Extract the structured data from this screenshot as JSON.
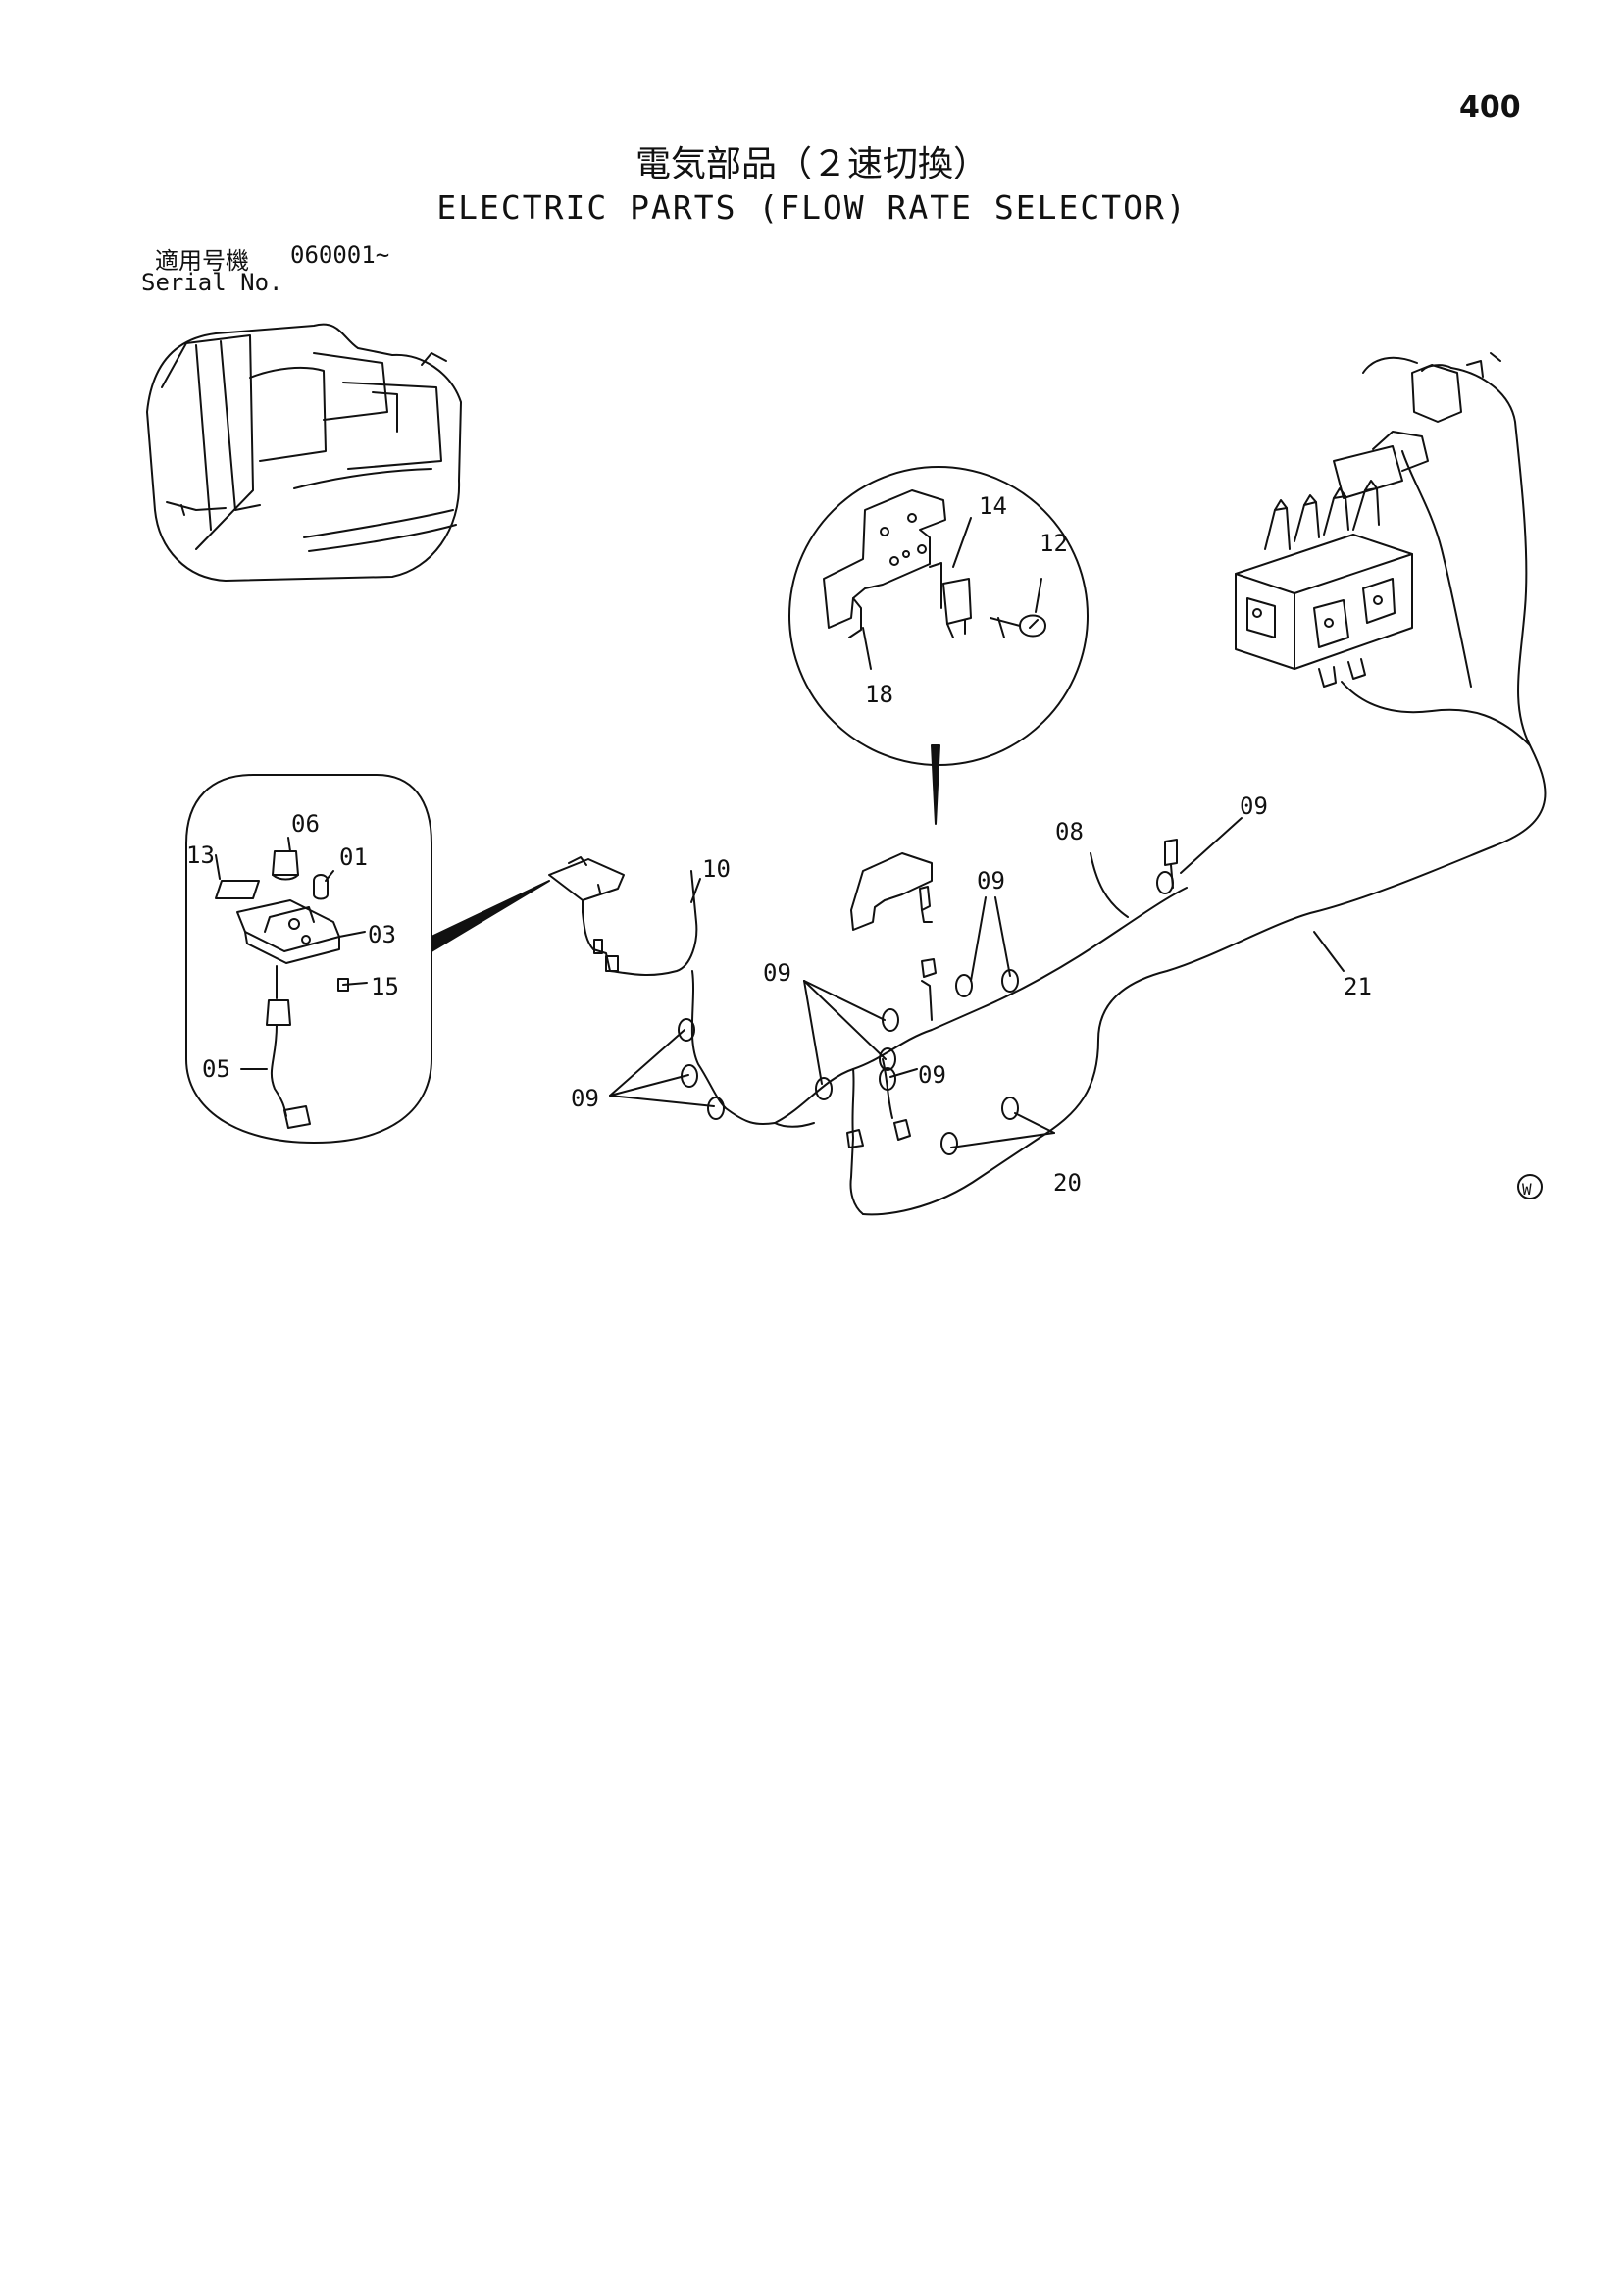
{
  "page_number": "400",
  "title_jp": "電気部品（２速切換）",
  "title_en": "ELECTRIC PARTS (FLOW RATE SELECTOR)",
  "serial": {
    "label_jp": "適用号機",
    "label_en": "Serial No.",
    "range": "060001~"
  },
  "callouts": {
    "p01": "01",
    "p03": "03",
    "p05": "05",
    "p06": "06",
    "p08": "08",
    "p09a": "09",
    "p09b": "09",
    "p09c": "09",
    "p09d": "09",
    "p09e": "09",
    "p10": "10",
    "p12": "12",
    "p13": "13",
    "p14": "14",
    "p15": "15",
    "p18": "18",
    "p20": "20",
    "p21": "21"
  },
  "mark": "W"
}
